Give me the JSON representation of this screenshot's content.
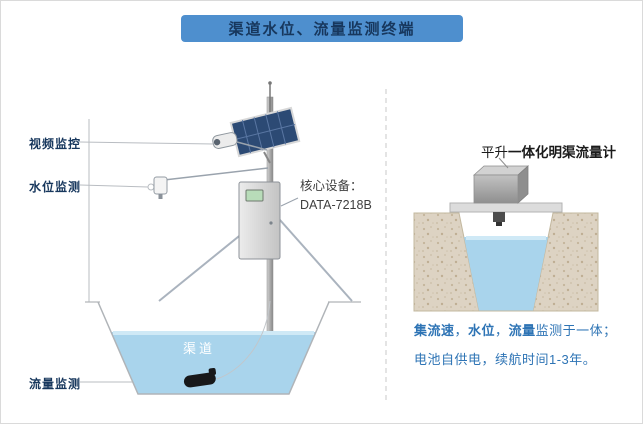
{
  "title": "渠道水位、流量监测终端",
  "station": {
    "label_video": "视频监控",
    "label_water_level": "水位监测",
    "label_flow": "流量监测",
    "core_device_caption": "核心设备：",
    "core_device_model": "DATA-7218B",
    "channel_label": "渠道"
  },
  "flowmeter": {
    "brand": "平升",
    "name": "一体化明渠流量计",
    "feature_bold_1": "集流速",
    "feature_sep_1": "，",
    "feature_bold_2": "水位",
    "feature_sep_2": "，",
    "feature_bold_3": "流量",
    "feature_tail": "监测于一体；",
    "battery_note": "电池自供电，续航时间1-3年。"
  },
  "colors": {
    "banner_bg": "#4e8fce",
    "banner_text": "#17375d",
    "label_text": "#17375d",
    "water": "#a9d4ec",
    "water_surface": "#cfe9f6",
    "soil": "#ddd3c3",
    "solar_panel": "#2c4a74",
    "desc_text": "#2e74b5"
  }
}
